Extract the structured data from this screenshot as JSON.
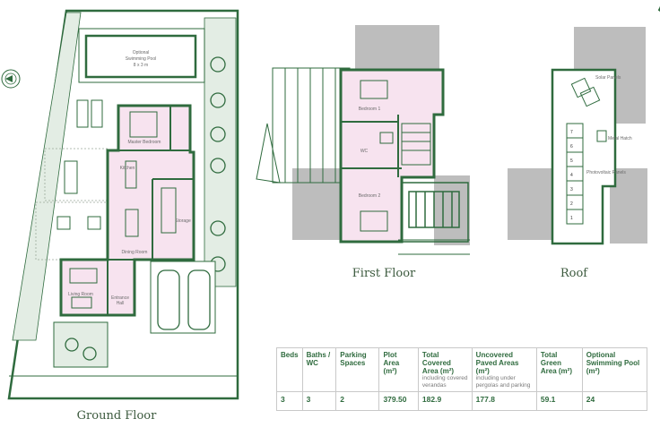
{
  "captions": {
    "ground_floor": "Ground Floor",
    "first_floor": "First Floor",
    "roof": "Roof"
  },
  "ground_labels": {
    "pool": "Optional",
    "pool_line2": "Swimming Pool",
    "pool_size": "8 x 3 m",
    "master_bedroom": "Master Bedroom",
    "kitchen": "Kitchen",
    "dining_room": "Dining Room",
    "living_room": "Living Room",
    "entrance_hall": "Entrance",
    "entrance_hall_line2": "Hall",
    "storage": "Storage"
  },
  "first_labels": {
    "bedroom1": "Bedroom 1",
    "wc": "WC",
    "bedroom2": "Bedroom 2"
  },
  "roof_labels": {
    "solar_panels": "Solar Panels",
    "metal_hatch": "Metal Hatch",
    "photovoltaic": "Photovoltaic Panels",
    "panel_numbers": [
      "7",
      "6",
      "5",
      "4",
      "3",
      "2",
      "1"
    ]
  },
  "specs": {
    "headers": [
      {
        "main": "Beds",
        "sub": ""
      },
      {
        "main": "Baths / WC",
        "sub": ""
      },
      {
        "main": "Parking Spaces",
        "sub": ""
      },
      {
        "main": "Plot Area (m²)",
        "sub": ""
      },
      {
        "main": "Total Covered Area (m²)",
        "sub": "including covered verandas"
      },
      {
        "main": "Uncovered Paved Areas (m²)",
        "sub": "including under pergolas and parking"
      },
      {
        "main": "Total Green Area (m²)",
        "sub": ""
      },
      {
        "main": "Optional Swimming Pool (m²)",
        "sub": ""
      }
    ],
    "values": [
      "3",
      "3",
      "2",
      "379.50",
      "182.9",
      "177.8",
      "59.1",
      "24"
    ]
  },
  "colors": {
    "wall": "#2f6b3e",
    "interior": "#f7e3ef",
    "green_area": "#e3ede4",
    "roof_grey": "#bdbdbd",
    "pool": "#ffffff"
  }
}
